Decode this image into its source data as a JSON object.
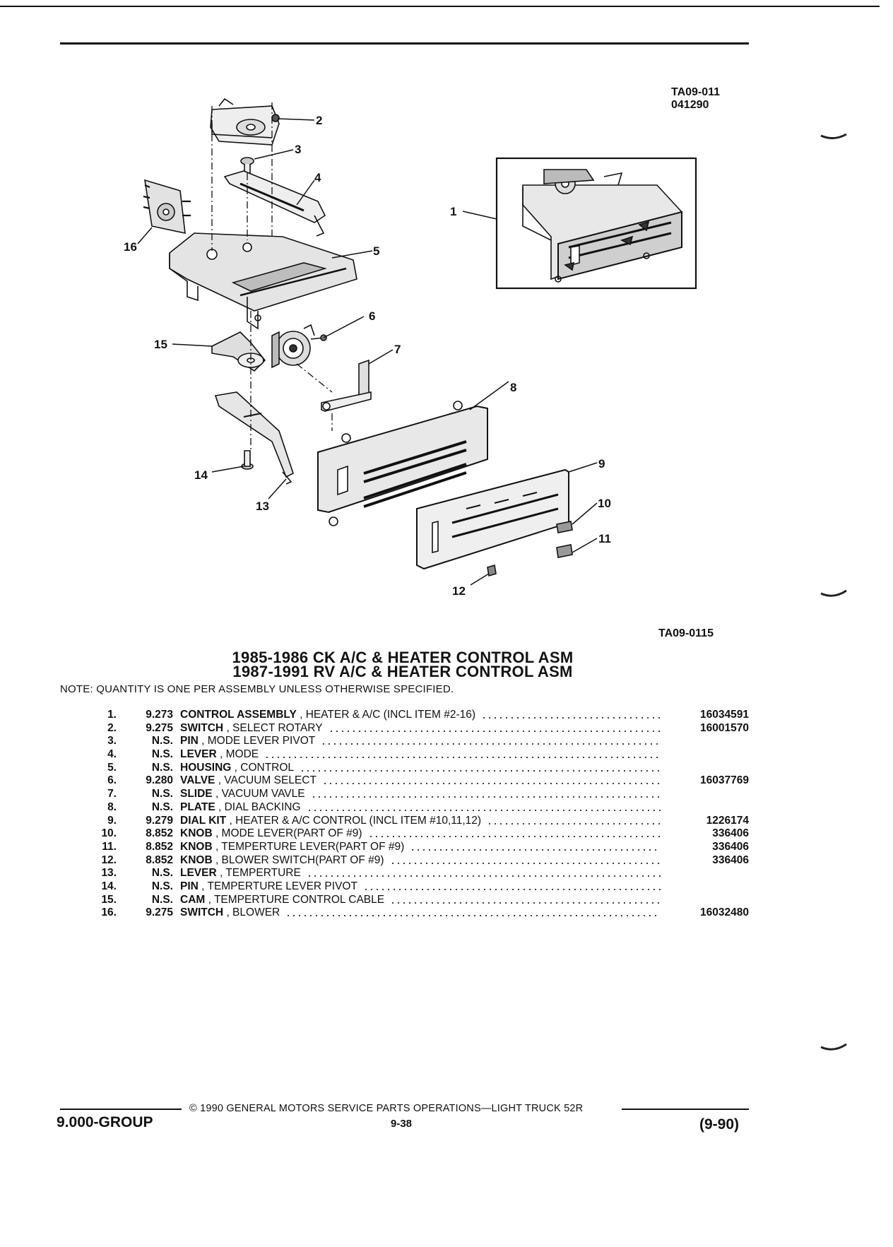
{
  "diagram": {
    "ref_code_top": "TA09-011",
    "ref_date_top": "041290",
    "ref_code_bottom": "TA09-0115",
    "callouts": [
      "1",
      "2",
      "3",
      "4",
      "5",
      "6",
      "7",
      "8",
      "9",
      "10",
      "11",
      "12",
      "13",
      "14",
      "15",
      "16"
    ]
  },
  "titles": {
    "line1": "1985-1986 CK A/C & HEATER CONTROL ASM",
    "line2": "1987-1991 RV A/C & HEATER CONTROL ASM"
  },
  "note": "NOTE:  QUANTITY IS ONE PER ASSEMBLY UNLESS OTHERWISE SPECIFIED.",
  "parts": [
    {
      "num": "1.",
      "group": "9.273",
      "name": "CONTROL ASSEMBLY",
      "detail": " , HEATER & A/C (INCL ITEM #2-16)",
      "part_no": "16034591"
    },
    {
      "num": "2.",
      "group": "9.275",
      "name": "SWITCH",
      "detail": " , SELECT ROTARY",
      "part_no": "16001570"
    },
    {
      "num": "3.",
      "group": "N.S.",
      "name": "PIN",
      "detail": " , MODE LEVER PIVOT",
      "part_no": ""
    },
    {
      "num": "4.",
      "group": "N.S.",
      "name": "LEVER",
      "detail": " , MODE",
      "part_no": ""
    },
    {
      "num": "5.",
      "group": "N.S.",
      "name": "HOUSING",
      "detail": " , CONTROL",
      "part_no": ""
    },
    {
      "num": "6.",
      "group": "9.280",
      "name": "VALVE",
      "detail": " , VACUUM SELECT",
      "part_no": "16037769"
    },
    {
      "num": "7.",
      "group": "N.S.",
      "name": "SLIDE",
      "detail": " , VACUUM VAVLE",
      "part_no": ""
    },
    {
      "num": "8.",
      "group": "N.S.",
      "name": "PLATE",
      "detail": " , DIAL BACKING",
      "part_no": ""
    },
    {
      "num": "9.",
      "group": "9.279",
      "name": "DIAL KIT",
      "detail": " , HEATER & A/C CONTROL (INCL ITEM #10,11,12)",
      "part_no": "1226174"
    },
    {
      "num": "10.",
      "group": "8.852",
      "name": "KNOB",
      "detail": " , MODE LEVER(PART OF #9)",
      "part_no": "336406"
    },
    {
      "num": "11.",
      "group": "8.852",
      "name": "KNOB",
      "detail": " , TEMPERTURE LEVER(PART OF #9)",
      "part_no": "336406"
    },
    {
      "num": "12.",
      "group": "8.852",
      "name": "KNOB",
      "detail": " , BLOWER SWITCH(PART OF #9)",
      "part_no": "336406"
    },
    {
      "num": "13.",
      "group": "N.S.",
      "name": "LEVER",
      "detail": " , TEMPERTURE",
      "part_no": ""
    },
    {
      "num": "14.",
      "group": "N.S.",
      "name": "PIN",
      "detail": " , TEMPERTURE LEVER PIVOT",
      "part_no": ""
    },
    {
      "num": "15.",
      "group": "N.S.",
      "name": "CAM",
      "detail": " , TEMPERTURE CONTROL CABLE",
      "part_no": ""
    },
    {
      "num": "16.",
      "group": "9.275",
      "name": "SWITCH",
      "detail": " , BLOWER",
      "part_no": "16032480"
    }
  ],
  "footer": {
    "group": "9.000-GROUP",
    "copyright": "© 1990  GENERAL MOTORS SERVICE PARTS OPERATIONS—LIGHT TRUCK 52R",
    "page": "9-38",
    "revision": "(9-90)"
  }
}
